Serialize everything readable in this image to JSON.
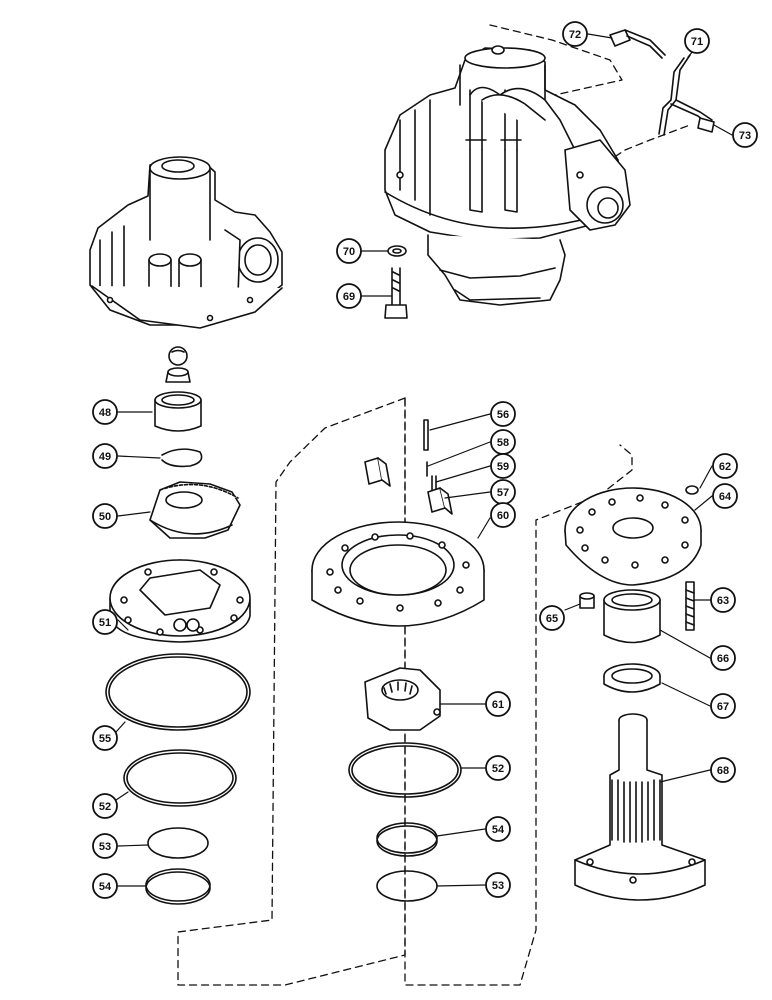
{
  "colors": {
    "ink": "#111111",
    "paper": "#ffffff"
  },
  "callouts": [
    {
      "id": "48",
      "label": "48"
    },
    {
      "id": "49",
      "label": "49"
    },
    {
      "id": "50",
      "label": "50"
    },
    {
      "id": "51",
      "label": "51"
    },
    {
      "id": "55",
      "label": "55"
    },
    {
      "id": "52a",
      "label": "52"
    },
    {
      "id": "53a",
      "label": "53"
    },
    {
      "id": "54a",
      "label": "54"
    },
    {
      "id": "56",
      "label": "56"
    },
    {
      "id": "58",
      "label": "58"
    },
    {
      "id": "59",
      "label": "59"
    },
    {
      "id": "57",
      "label": "57"
    },
    {
      "id": "60",
      "label": "60"
    },
    {
      "id": "61",
      "label": "61"
    },
    {
      "id": "52b",
      "label": "52"
    },
    {
      "id": "54b",
      "label": "54"
    },
    {
      "id": "53b",
      "label": "53"
    },
    {
      "id": "62",
      "label": "62"
    },
    {
      "id": "64",
      "label": "64"
    },
    {
      "id": "63",
      "label": "63"
    },
    {
      "id": "65",
      "label": "65"
    },
    {
      "id": "66",
      "label": "66"
    },
    {
      "id": "67",
      "label": "67"
    },
    {
      "id": "68",
      "label": "68"
    },
    {
      "id": "69",
      "label": "69"
    },
    {
      "id": "70",
      "label": "70"
    },
    {
      "id": "71",
      "label": "71"
    },
    {
      "id": "72",
      "label": "72"
    },
    {
      "id": "73",
      "label": "73"
    }
  ]
}
